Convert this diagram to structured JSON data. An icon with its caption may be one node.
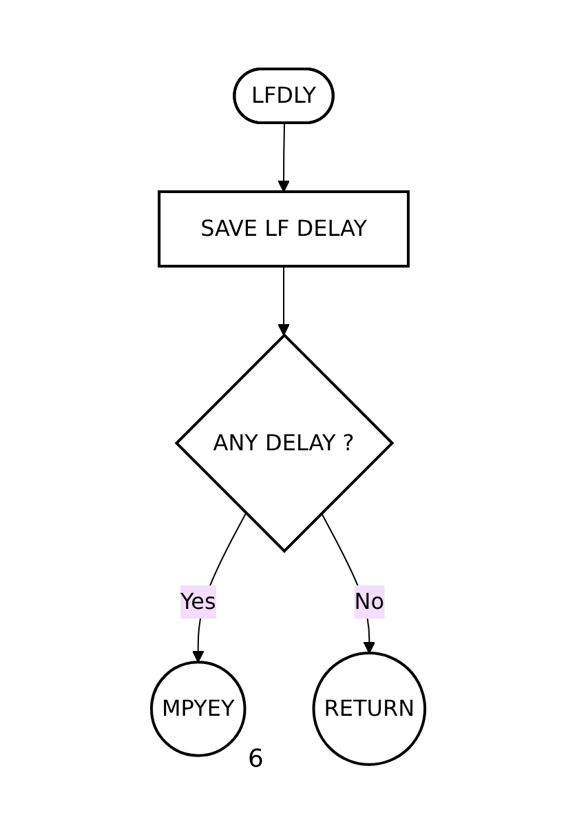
{
  "diagram": {
    "nodes": [
      {
        "text": [
          "LFDLY"
        ]
      },
      {
        "text": [
          "SAVE LF DELAY"
        ]
      },
      {
        "text": [
          "ANY DELAY ?"
        ]
      },
      {
        "text": [
          "MPYEY"
        ],
        "beside": [
          "6"
        ]
      },
      {
        "text": [
          "RETURN"
        ]
      }
    ],
    "edges": [
      {
        "from": 0,
        "to": 1,
        "arrow": "to"
      },
      {
        "from": 1,
        "to": 2,
        "arrow": "to"
      },
      {
        "from": 2,
        "to": 3,
        "label": "Yes",
        "arrow": "to"
      },
      {
        "from": 2,
        "to": 4,
        "label": "No",
        "arrow": "to"
      }
    ]
  }
}
